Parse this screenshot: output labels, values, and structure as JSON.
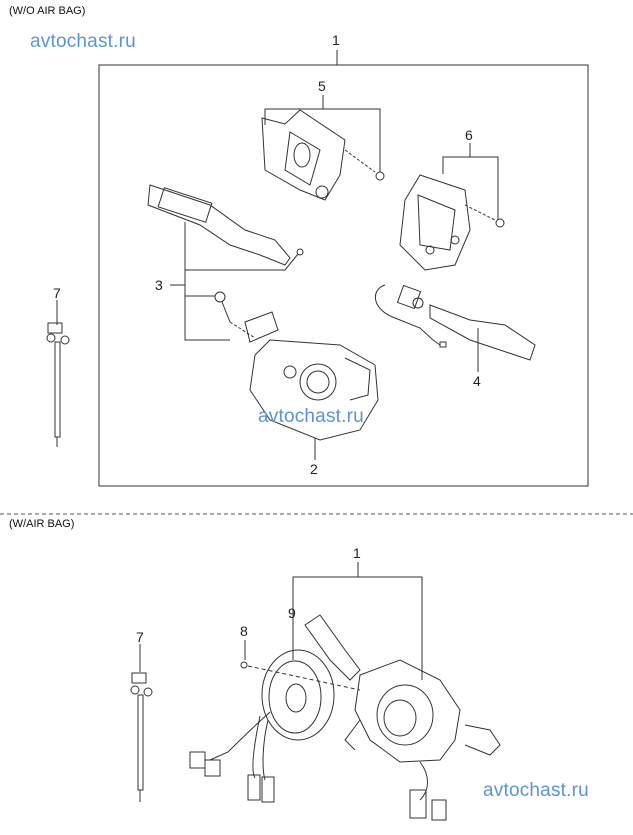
{
  "sections": [
    {
      "title": "(W/O AIR BAG)",
      "callouts": [
        "1",
        "5",
        "6",
        "3",
        "4",
        "2",
        "7"
      ]
    },
    {
      "title": "(W/AIR BAG)",
      "callouts": [
        "1",
        "9",
        "8",
        "7"
      ]
    }
  ],
  "watermark": "avtochast.ru",
  "colors": {
    "line": "#333333",
    "watermark": "#5b95d6"
  }
}
